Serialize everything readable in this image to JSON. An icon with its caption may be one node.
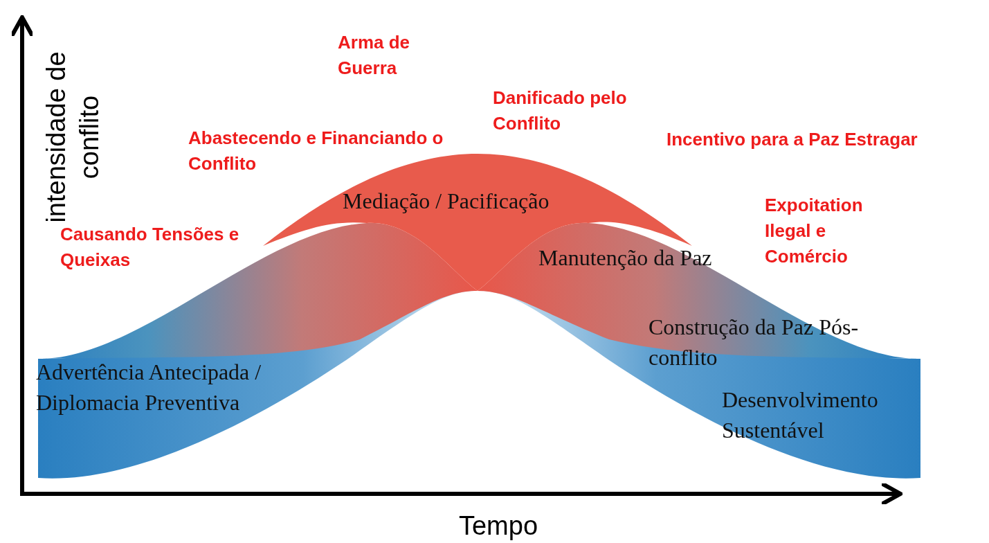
{
  "diagram": {
    "nodes": [
      {
        "text": [
          "Advertência Antecipada / Diplomacia Preventiva"
        ]
      },
      {
        "text": [
          "Mediação / Pacificação"
        ]
      },
      {
        "text": [
          "Manutenção da Paz"
        ]
      },
      {
        "text": [
          "Construção da Paz Pós-conflito"
        ]
      },
      {
        "text": [
          "Desenvolvimento Sustentável"
        ]
      }
    ],
    "edges": [],
    "labels": [
      "intensidade de conflito",
      "Arma de Guerra",
      "Danificado pelo Conflito",
      "Abastecendo e Financiando o Conflito",
      "Incentivo para a Paz Estragar",
      "Expoitation Ilegal e Comércio",
      "Causando Tensões e Queixas",
      "Tempo"
    ]
  }
}
